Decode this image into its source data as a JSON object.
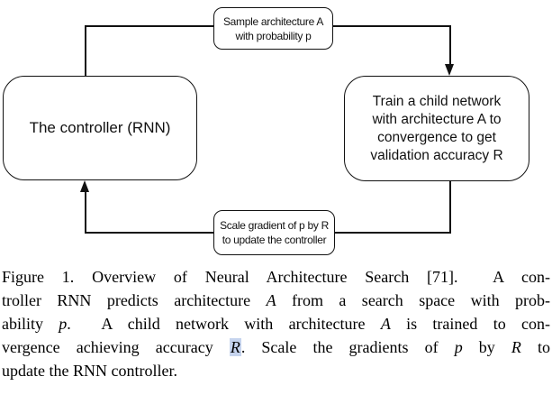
{
  "figure": {
    "boxes": {
      "sample": {
        "lines": [
          "Sample architecture A",
          "with probability p"
        ]
      },
      "controller": {
        "lines": [
          "The controller (RNN)"
        ]
      },
      "train": {
        "lines": [
          "Train a child network",
          "with architecture A to",
          "convergence to get",
          "validation accuracy R"
        ]
      },
      "scale": {
        "lines": [
          "Scale gradient of p by R",
          "to update the controller"
        ]
      }
    },
    "arrows": {
      "down": "arrow-into-train-box",
      "up": "arrow-into-controller-box"
    }
  },
  "caption": {
    "lines": [
      {
        "segments": [
          {
            "text": "Figure 1. Overview of Neural Architecture Search [71].  A con-"
          }
        ]
      },
      {
        "segments": [
          {
            "text": "troller RNN predicts architecture "
          },
          {
            "text": "A"
          },
          {
            "text": " from a search space with prob-"
          }
        ]
      },
      {
        "segments": [
          {
            "text": "ability "
          },
          {
            "text": "p"
          },
          {
            "text": ".  A child network with architecture "
          },
          {
            "text": "A"
          },
          {
            "text": " is trained to con-"
          }
        ]
      },
      {
        "segments": [
          {
            "text": "vergence achieving accuracy "
          },
          {
            "text": "R"
          },
          {
            "text": ". Scale the gradients of "
          },
          {
            "text": "p"
          },
          {
            "text": " by "
          },
          {
            "text": "R"
          },
          {
            "text": " to"
          }
        ]
      },
      {
        "segments": [
          {
            "text": "update the RNN controller."
          }
        ]
      }
    ]
  },
  "colors": {
    "stroke": "#111111",
    "background": "#ffffff",
    "selection_highlight": "#c6d4ee"
  }
}
